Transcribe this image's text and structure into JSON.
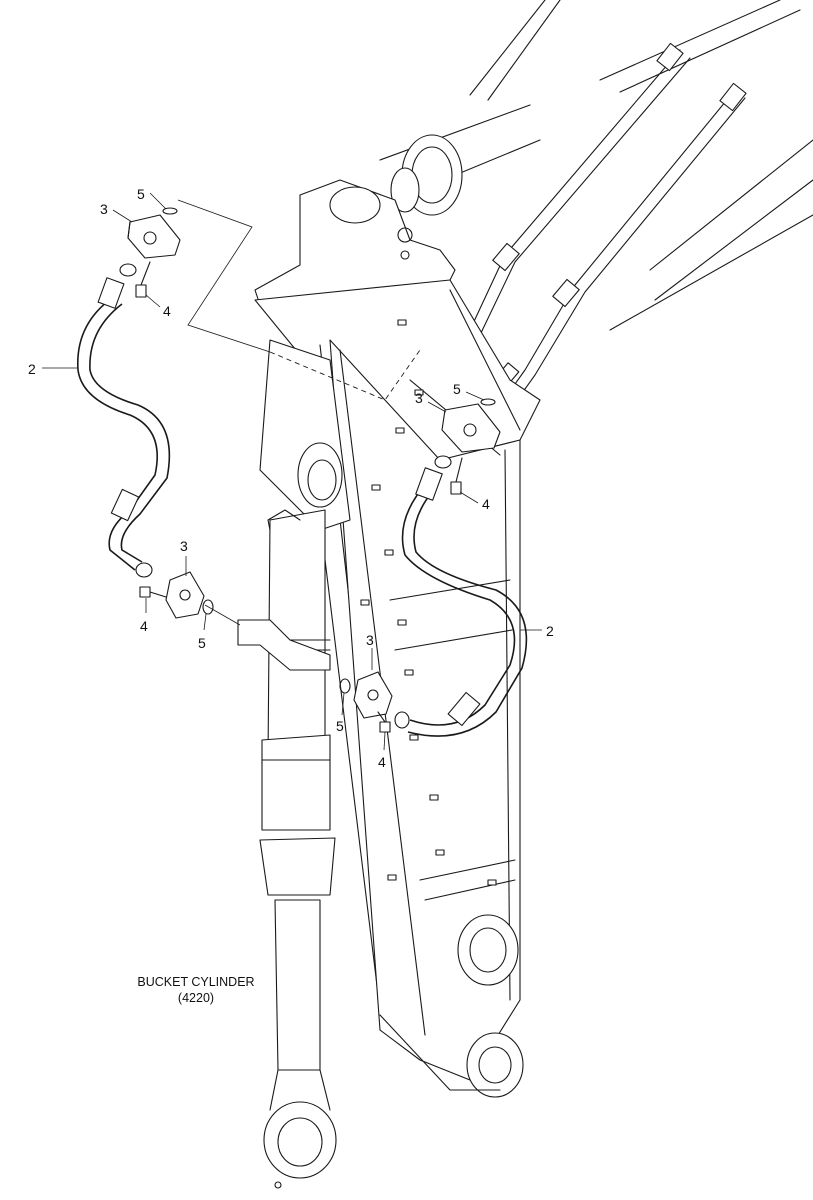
{
  "callouts": [
    {
      "id": "c1",
      "label": "5"
    },
    {
      "id": "c2",
      "label": "3"
    },
    {
      "id": "c3",
      "label": "4"
    },
    {
      "id": "c4",
      "label": "2"
    },
    {
      "id": "c5",
      "label": "3"
    },
    {
      "id": "c6",
      "label": "4"
    },
    {
      "id": "c7",
      "label": "5"
    },
    {
      "id": "c8",
      "label": "5"
    },
    {
      "id": "c9",
      "label": "3"
    },
    {
      "id": "c10",
      "label": "4"
    },
    {
      "id": "c11",
      "label": "2"
    },
    {
      "id": "c12",
      "label": "3"
    },
    {
      "id": "c13",
      "label": "5"
    },
    {
      "id": "c14",
      "label": "4"
    }
  ],
  "caption": {
    "line1": "BUCKET CYLINDER",
    "line2": "(4220)"
  }
}
